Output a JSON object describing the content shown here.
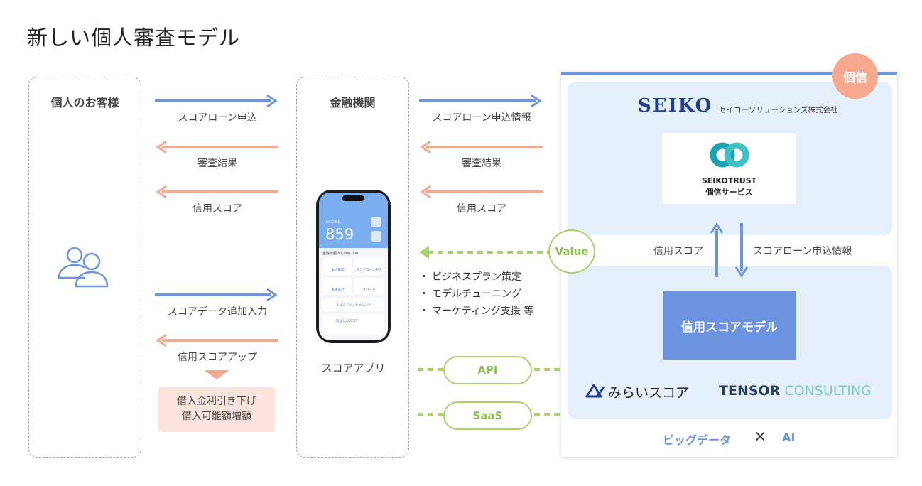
{
  "title": "新しい個人審査モデル",
  "customer": {
    "heading": "個人のお客様"
  },
  "bank": {
    "heading": "金融機関",
    "app_caption": "スコアアプリ"
  },
  "customer_bank_flows": {
    "apply": "スコアローン申込",
    "review_result": "審査結果",
    "credit_score": "信用スコア",
    "data_input": "スコアデータ追加入力",
    "score_up": "信用スコアアップ"
  },
  "benefit": {
    "line1": "借入金利引き下げ",
    "line2": "借入可能額増額"
  },
  "bank_provider_flows": {
    "apply_info": "スコアローン申込情報",
    "review_result": "審査結果",
    "credit_score": "信用スコア",
    "value": "Value",
    "bullets": [
      "ビジネスプラン策定",
      "モデルチューニング",
      "マーケティング支援 等"
    ],
    "api": "API",
    "saas": "SaaS"
  },
  "provider": {
    "badge": "個信",
    "seiko_logo": "SEIKO",
    "seiko_company": "セイコーソリューションズ株式会社",
    "trust_name": "SEIKOTRUST",
    "trust_service": "個信サービス",
    "score_up_label": "信用スコア",
    "info_down_label": "スコアローン申込情報",
    "model_label": "信用スコアモデル",
    "mirai_logo": "みらいスコア",
    "tensor_bold": "TENSOR",
    "tensor_light": "CONSULTING",
    "footer_left": "ビッグデータ",
    "footer_x": "×",
    "footer_right": "AI"
  },
  "app": {
    "score": "859",
    "header_text": "SCORE",
    "amount_text": "金融総額 ¥7,000,000",
    "tiles": [
      "本人確認",
      "スコアローン申込",
      "家族設計",
      "リワード"
    ],
    "banner": "スコアアップチャレンジ",
    "bottom": "あなたのスコア"
  },
  "colors": {
    "blue": "#6e96df",
    "salmon": "#f6a98e",
    "green": "#a8d36a",
    "badge": "#f7a98f"
  }
}
